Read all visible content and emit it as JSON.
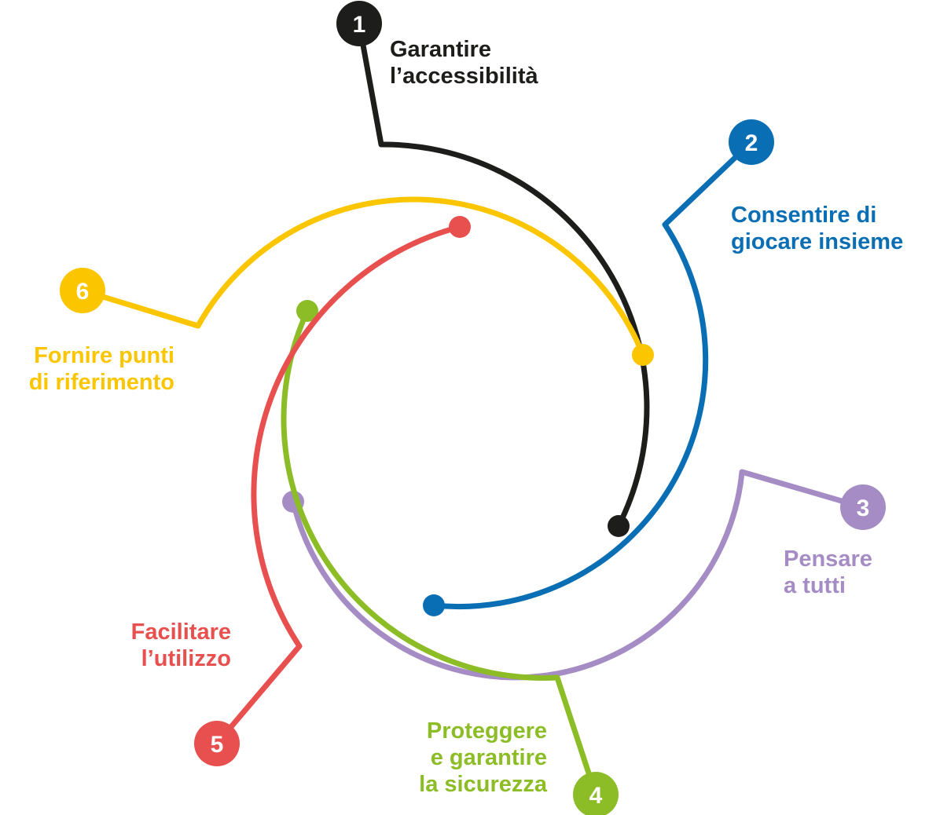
{
  "steps": [
    {
      "number": "1",
      "color": "#1d1d1b",
      "lines": [
        "Garantire",
        "l’accessibilità"
      ]
    },
    {
      "number": "2",
      "color": "#0a6eb4",
      "lines": [
        "Consentire di",
        "giocare insieme"
      ]
    },
    {
      "number": "3",
      "color": "#a58cc4",
      "lines": [
        "Pensare",
        "a tutti"
      ]
    },
    {
      "number": "4",
      "color": "#8cbd26",
      "lines": [
        "Proteggere",
        "e garantire",
        "la sicurezza"
      ]
    },
    {
      "number": "5",
      "color": "#e84f4f",
      "lines": [
        "Facilitare",
        "l’utilizzo"
      ]
    },
    {
      "number": "6",
      "color": "#fbc600",
      "lines": [
        "Fornire punti",
        "di riferimento"
      ]
    }
  ]
}
